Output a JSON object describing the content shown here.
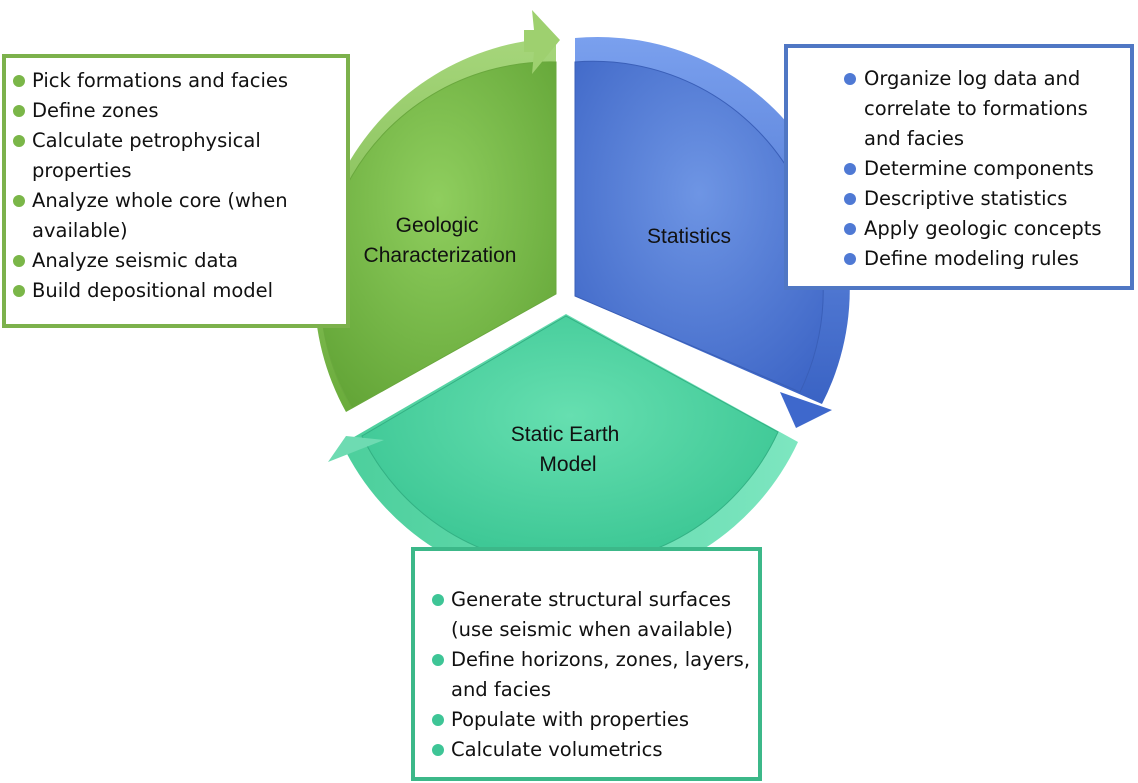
{
  "segments": {
    "geologic": {
      "line1": "Geologic",
      "line2": "Characterization"
    },
    "statistics": {
      "line1": "Statistics"
    },
    "static_earth": {
      "line1": "Static Earth",
      "line2": "Model"
    }
  },
  "boxes": {
    "geologic": {
      "items": [
        "Pick formations and facies",
        "Define zones",
        "Calculate petrophysical\nproperties",
        "Analyze whole core (when\navailable)",
        "Analyze seismic data",
        "Build depositional model"
      ]
    },
    "statistics": {
      "items": [
        "Organize log data and\ncorrelate to formations\nand facies",
        "Determine components",
        "Descriptive statistics",
        "Apply geologic concepts",
        "Define modeling rules"
      ]
    },
    "static_earth": {
      "items": [
        "Generate structural surfaces\n(use seismic when available)",
        "Define horizons, zones, layers,\nand facies",
        "Populate with properties",
        "Calculate volumetrics"
      ]
    }
  },
  "colors": {
    "green": "#7cb14c",
    "blue": "#5077c4",
    "teal": "#3cb889"
  }
}
